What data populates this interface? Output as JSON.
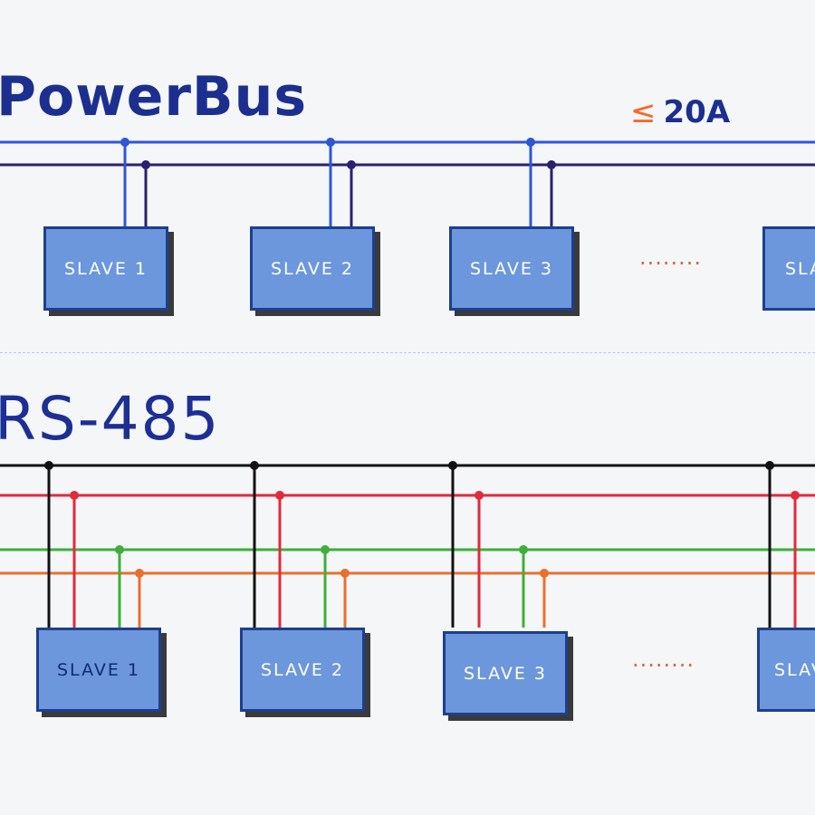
{
  "powerbus": {
    "title": "PowerBus",
    "limit_symbol": "≤",
    "limit_value": "20A",
    "slaves": [
      "SLAVE 1",
      "SLAVE 2",
      "SLAVE 3",
      "SLA"
    ],
    "ellipsis": "........",
    "colors": {
      "line1": "#2e56d6",
      "line2": "#2a2070"
    }
  },
  "rs485": {
    "title": "RS-485",
    "slaves": [
      "SLAVE 1",
      "SLAVE 2",
      "SLAVE 3",
      "SLAV"
    ],
    "ellipsis": "........",
    "colors": {
      "black": "#111111",
      "red": "#e02b3c",
      "green": "#3fae3a",
      "orange": "#e8702e"
    }
  }
}
